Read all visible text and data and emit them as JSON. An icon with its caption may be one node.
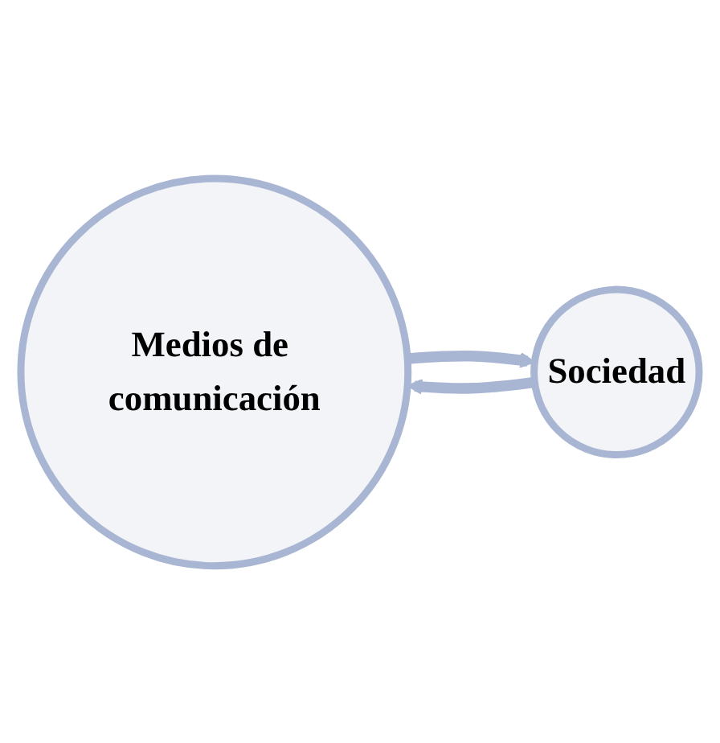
{
  "diagram": {
    "nodes": [
      {
        "text": [
          "Medios de comunicación"
        ]
      },
      {
        "text": [
          "Sociedad"
        ]
      }
    ],
    "edges": [
      {
        "from": 0,
        "to": 1,
        "arrow": "to"
      },
      {
        "from": 1,
        "to": 0,
        "arrow": "to"
      }
    ]
  }
}
